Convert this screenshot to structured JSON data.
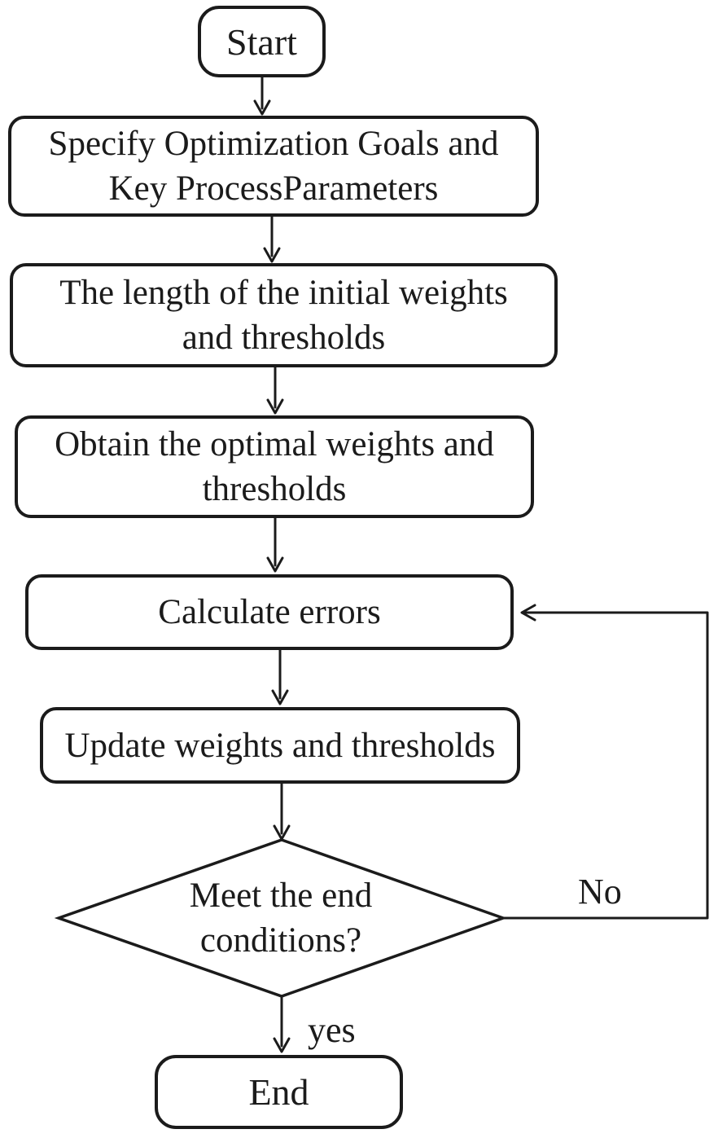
{
  "nodes": {
    "start": {
      "label": "Start"
    },
    "specify": {
      "lines": [
        "Specify Optimization Goals and",
        "Key ProcessParameters"
      ]
    },
    "initial_length": {
      "lines": [
        "The length of the initial weights",
        "and thresholds"
      ]
    },
    "obtain": {
      "lines": [
        "Obtain the optimal weights and",
        "thresholds"
      ]
    },
    "calculate": {
      "label": "Calculate errors"
    },
    "update": {
      "label": "Update weights and thresholds"
    },
    "decision": {
      "lines": [
        "Meet the end",
        "conditions?"
      ]
    },
    "end": {
      "label": "End"
    }
  },
  "edge_labels": {
    "no": "No",
    "yes": "yes"
  },
  "colors": {
    "ink": "#1b1b1b",
    "paper": "#ffffff"
  }
}
